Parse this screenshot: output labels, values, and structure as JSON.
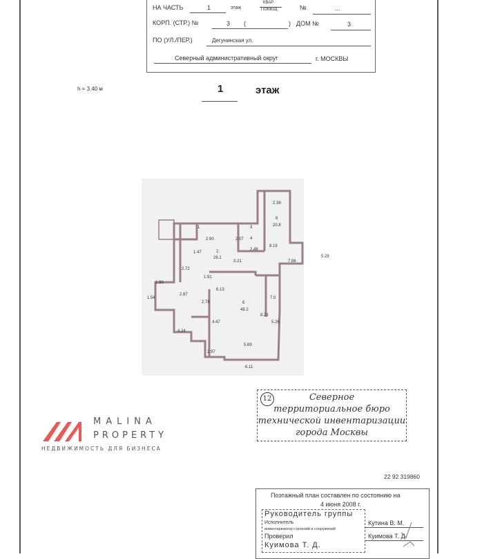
{
  "header_form": {
    "part_label": "НА ЧАСТЬ",
    "floor_value": "1",
    "floor_label": "этаж",
    "kvar_label": "КВАР",
    "pomesh_label": "ПОМЕЩ",
    "number_sign": "№",
    "number_value": "...",
    "korp_label": "КОРП. (СТР.) №",
    "korp_value": "3",
    "paren_open": "(",
    "paren_close": ")",
    "dom_label": "ДОМ №",
    "dom_value": "3",
    "street_label": "ПО (УЛ./ПЕР.)",
    "street_value": "Дегунинская ул.",
    "district_value": "Северный административный округ",
    "city_label": "г. МОСКВЫ"
  },
  "floor_header": {
    "height": "h = 3.40 м",
    "floor_number": "1",
    "floor_word": "этаж"
  },
  "plan": {
    "labels": [
      "2.38",
      "8",
      "20.8",
      "1",
      "3",
      "4",
      "2.90",
      "2.07",
      "2.48",
      "8.19",
      "1.47",
      "2",
      "26.1",
      "3.21",
      "7.86",
      "5.28",
      "2.72",
      "1.91",
      "1.90",
      "1.54",
      "2.87",
      "6.13",
      "7.0",
      "2.78",
      "6",
      "48.2",
      "8.23",
      "5.26",
      "4.24",
      "4.47",
      "5.69",
      "2.97",
      "6.11"
    ]
  },
  "watermark": {
    "brand_line1": "MALINA",
    "brand_line2": "PROPERTY",
    "tagline": "НЕДВИЖИМОСТЬ ДЛЯ БИЗНЕСА",
    "accent_color": "#e0403a"
  },
  "stamp": {
    "number": "12",
    "lines": [
      "Северное",
      "территориальное бюро",
      "технической инвентаризации",
      "города Москвы"
    ]
  },
  "doc_number": "22 92 319860",
  "footer": {
    "line1": "Поэтажный план составлен по состоянию на",
    "date": "4 июня 2008 г.",
    "stamp_title": "Руководитель группы",
    "executor_label": "Исполнитель",
    "executor_name": "Кутина В. М.",
    "dept": "инвентаризатор строений и сооружений",
    "checked_label": "Проверил",
    "checked_name": "Куимова Т. Д.",
    "stamp_name": "Куимова Т. Д."
  }
}
